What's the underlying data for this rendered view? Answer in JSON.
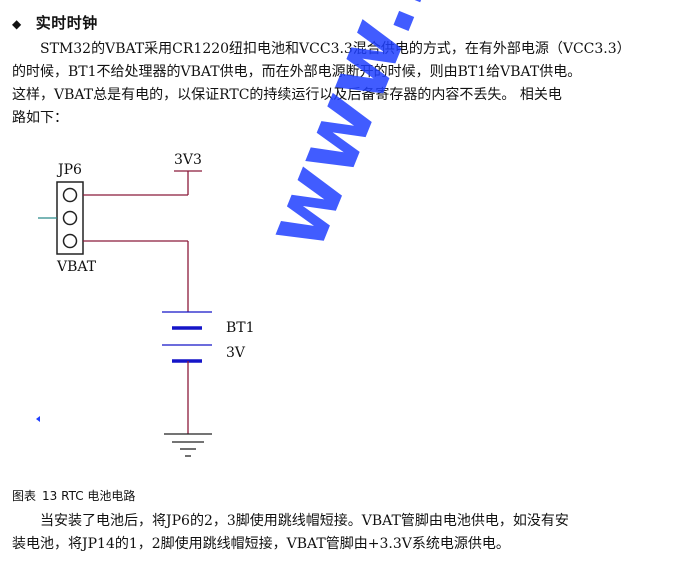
{
  "section": {
    "bullet": "◆",
    "title": "实时时钟"
  },
  "intro_lines": [
    "　　STM32的VBAT采用CR1220纽扣电池和VCC3.3混合供电的方式，在有外部电源（VCC3.3）",
    "的时候，BT1不给处理器的VBAT供电，而在外部电源断开的时候，则由BT1给VBAT供电。",
    "这样，VBAT总是有电的，以保证RTC的持续运行以及后备寄存器的内容不丢失。 相关电",
    "路如下："
  ],
  "circuit": {
    "jumper_name": "JP6",
    "jumper_net": "VBAT",
    "supply_net": "3V3",
    "battery_name": "BT1",
    "battery_voltage": "3V"
  },
  "figure_caption": {
    "label": "图表",
    "number_title": "13 RTC 电池电路"
  },
  "closing_lines": [
    "　　当安装了电池后，将JP6的2，3脚使用跳线帽短接。VBAT管脚由电池供电，如没有安",
    "装电池，将JP14的1，2脚使用跳线帽短接，VBAT管脚由+3.3V系统电源供电。"
  ],
  "watermark": {
    "text": "www.mjsuu.com",
    "color": "#2040ff"
  },
  "colors": {
    "wire": "#8b1a3a",
    "battery": "#1515c8",
    "pin_line": "#2a8a8a"
  }
}
